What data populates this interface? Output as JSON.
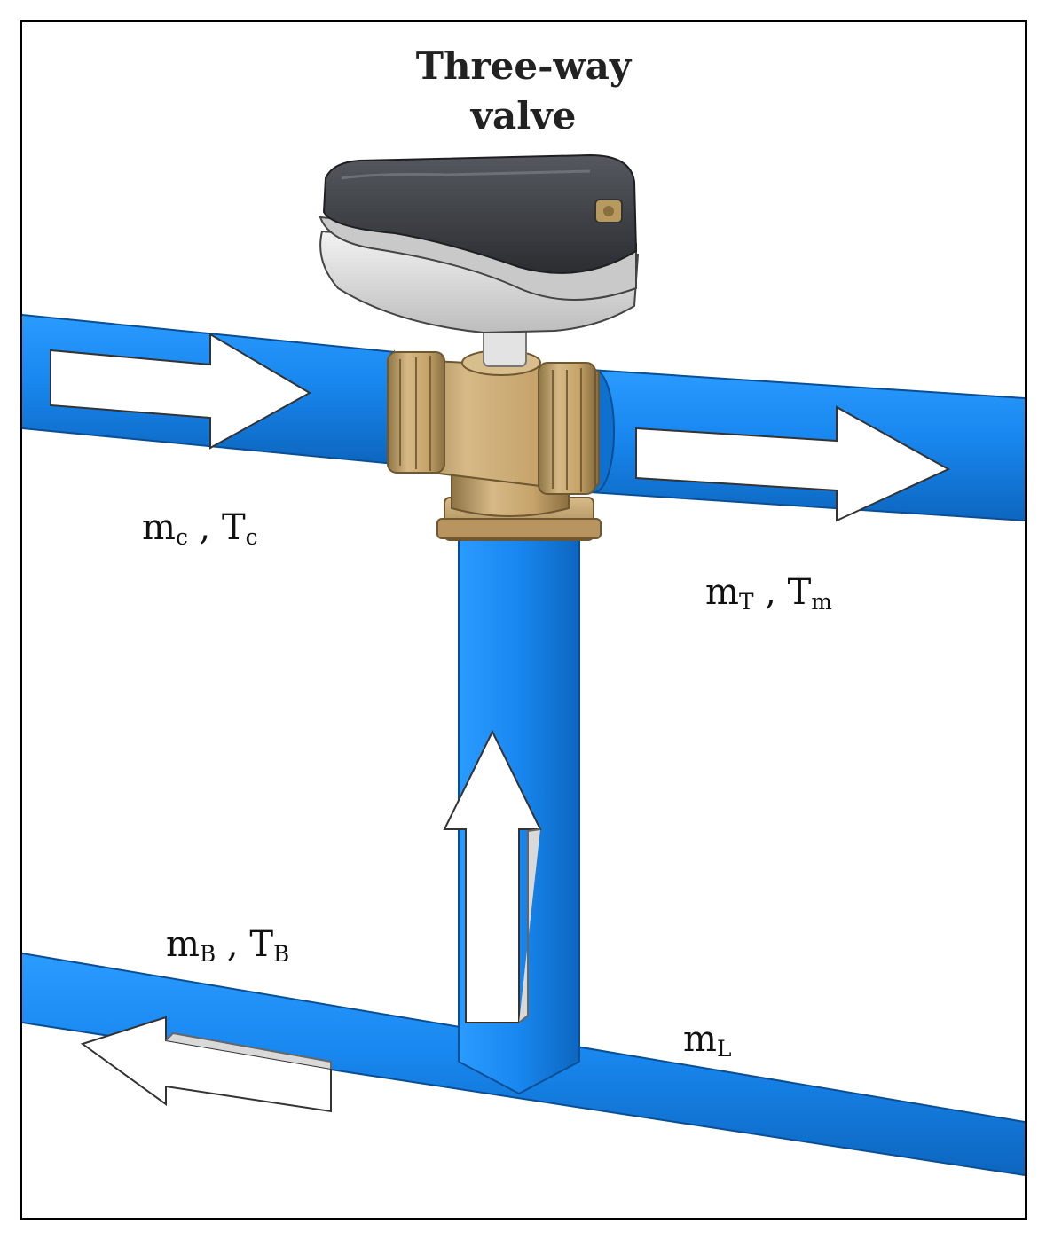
{
  "title": {
    "line1": "Three-way",
    "line2": "valve"
  },
  "labels": {
    "cold": {
      "m": "m",
      "m_sub": "c",
      "sep": " , ",
      "t": "T",
      "t_sub": "c"
    },
    "top": {
      "m": "m",
      "m_sub": "T",
      "sep": " , ",
      "t": "T",
      "t_sub": "m"
    },
    "bottom": {
      "m": "m",
      "m_sub": "B",
      "sep": " , ",
      "t": "T",
      "t_sub": "B"
    },
    "load": {
      "m": "m",
      "m_sub": "L"
    }
  },
  "colors": {
    "pipe": "#1a8cf0",
    "pipe_dark": "#0f6fc4",
    "valve_brass": "#c9a66b",
    "actuator_dark": "#3a3d42",
    "actuator_light": "#d8d8d8",
    "arrow": "#ffffff",
    "frame": "#000000"
  },
  "icons": {
    "actuator": "valve-actuator-icon",
    "valve_body": "brass-valve-body-icon",
    "flow_arrow": "flow-arrow-icon"
  }
}
